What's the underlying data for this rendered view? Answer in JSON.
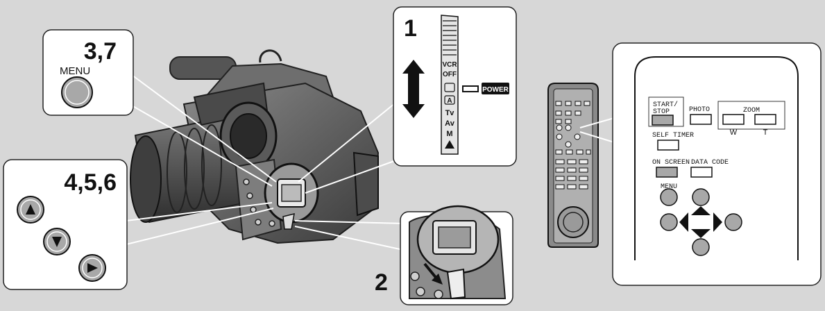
{
  "steps": {
    "menu_step": "3,7",
    "menu_label": "MENU",
    "power_step": "1",
    "nav_step": "4,5,6",
    "lock_step": "2"
  },
  "dial": {
    "modes": [
      "VCR",
      "OFF",
      "A",
      "Tv",
      "Av",
      "M"
    ],
    "power_label": "POWER"
  },
  "remote": {
    "start_stop": [
      "START/",
      "STOP"
    ],
    "photo": "PHOTO",
    "zoom": "ZOOM",
    "zoom_w": "W",
    "zoom_t": "T",
    "self_timer": "SELF TIMER",
    "on_screen": "ON SCREEN",
    "data_code": "DATA CODE",
    "menu": "MENU"
  },
  "icons": [
    "up-arrow-button-icon",
    "down-arrow-button-icon",
    "right-arrow-button-icon",
    "up-down-arrow-icon",
    "power-lamp-icon",
    "lock-arrow-icon"
  ],
  "colors": {
    "background": "#d7d7d7",
    "panel": "#ffffff",
    "button_gray": "#a8a8a8",
    "ink": "#111111"
  }
}
